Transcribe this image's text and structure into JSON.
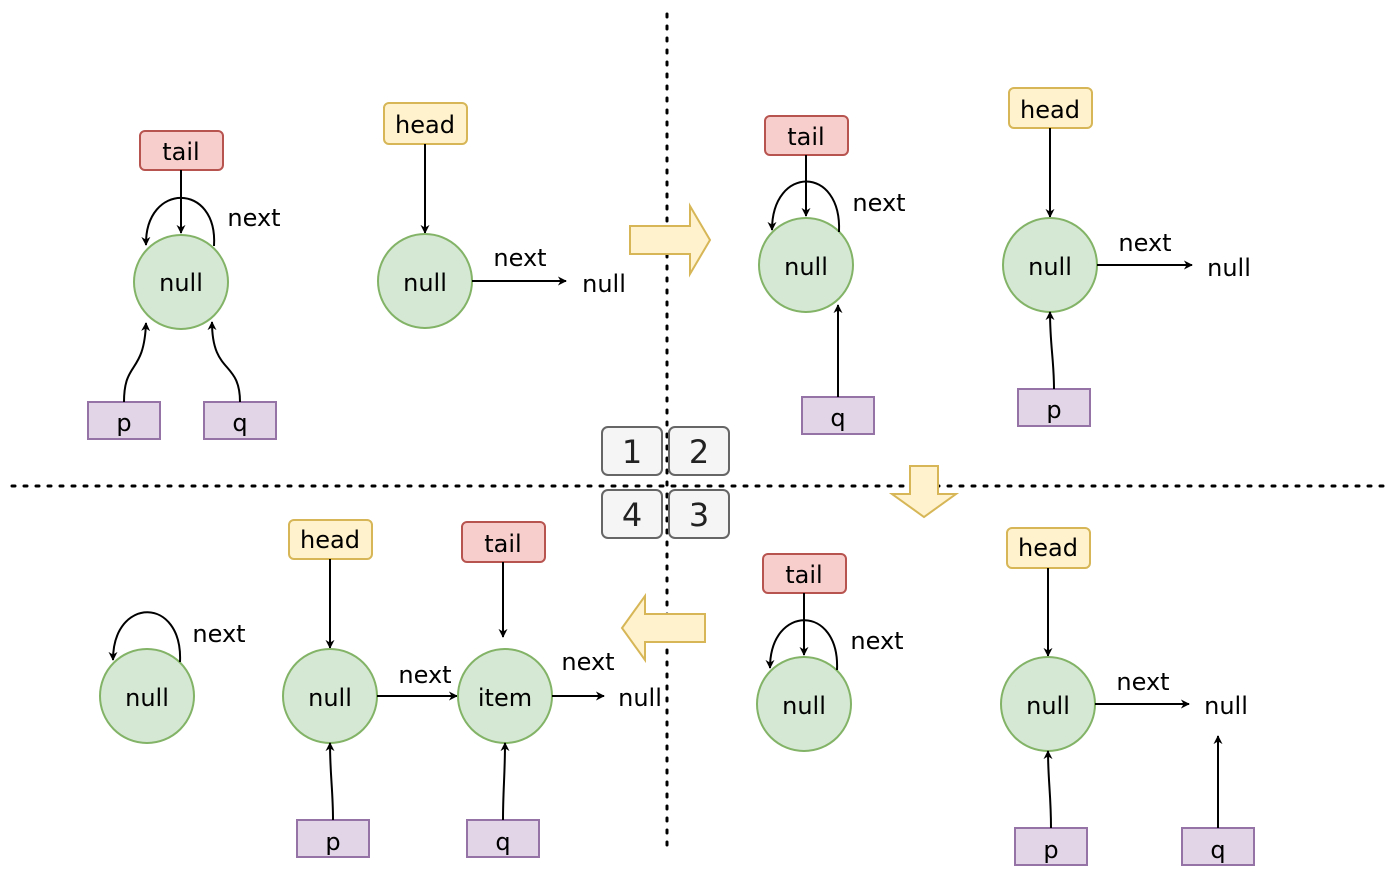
{
  "labels": {
    "null": "null",
    "next": "next",
    "item": "item",
    "head": "head",
    "tail": "tail",
    "p": "p",
    "q": "q"
  },
  "quadrant_numbers": [
    "1",
    "2",
    "3",
    "4"
  ],
  "colors": {
    "node_fill": "#d5e8d4",
    "node_stroke": "#82b366",
    "tail_fill": "#f8cecc",
    "tail_stroke": "#b85450",
    "head_fill": "#fff2cc",
    "head_stroke": "#d6b656",
    "pointer_fill": "#e1d5e7",
    "pointer_stroke": "#9673a6",
    "number_fill": "#f5f5f5",
    "number_stroke": "#666666"
  }
}
